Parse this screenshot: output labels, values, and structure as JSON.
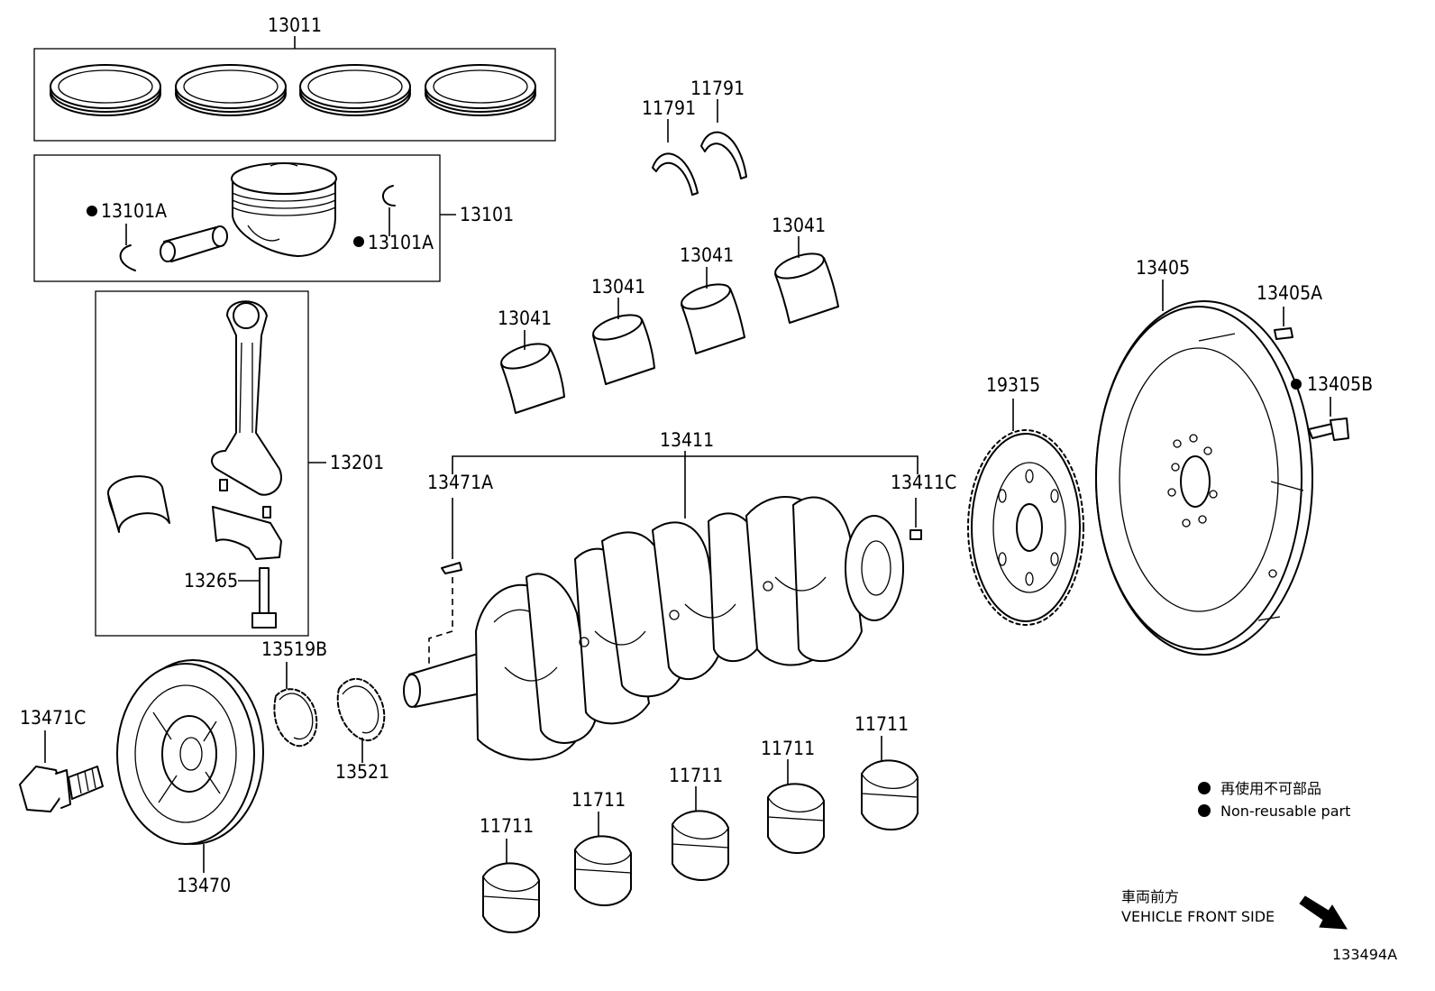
{
  "labels": {
    "piston_ring_set": "13011",
    "piston_set": "13101",
    "piston_pin_snap_ring_left": "13101A",
    "piston_pin_snap_ring_right": "13101A",
    "connecting_rod": "13201",
    "connecting_rod_bolt": "13265",
    "thrust_washer_left": "11791",
    "thrust_washer_right": "11791",
    "rod_bearing_1": "13041",
    "rod_bearing_2": "13041",
    "rod_bearing_3": "13041",
    "rod_bearing_4": "13041",
    "crankshaft": "13411",
    "crankshaft_key": "13471A",
    "crankshaft_pin": "13411C",
    "drive_plate": "13405",
    "drive_plate_pin": "13405A",
    "drive_plate_bolt": "13405B",
    "timing_rotor": "19315",
    "crank_sprocket": "13519B",
    "crank_gear": "13521",
    "pulley_bolt": "13471C",
    "crank_pulley": "13470",
    "main_bearing_1": "11711",
    "main_bearing_2": "11711",
    "main_bearing_3": "11711",
    "main_bearing_4": "11711",
    "main_bearing_5": "11711"
  },
  "legend": {
    "japanese": "再使用不可部品",
    "english": "Non-reusable part"
  },
  "front_side": {
    "japanese": "車両前方",
    "english": "VEHICLE FRONT SIDE"
  },
  "diagram_code": "133494A"
}
